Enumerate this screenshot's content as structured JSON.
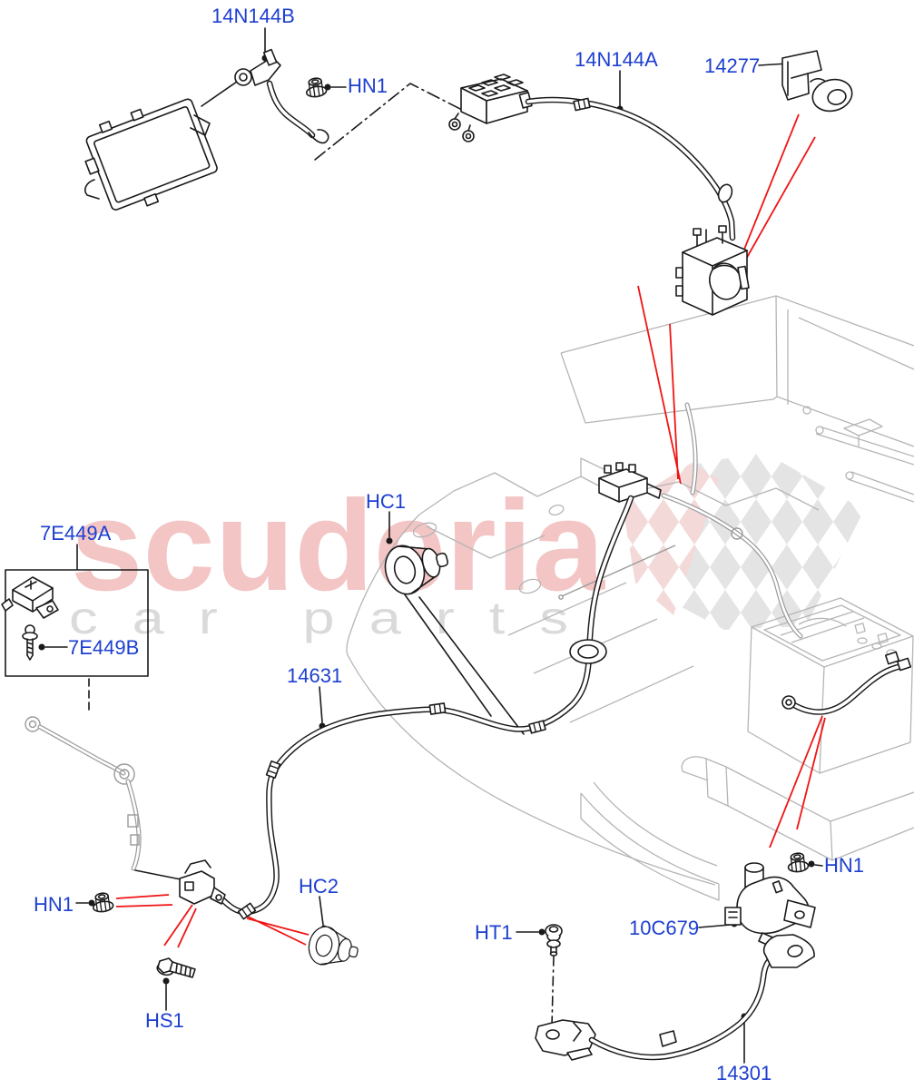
{
  "watermark": {
    "brand": "scuderia",
    "sub": "car parts"
  },
  "colors": {
    "label_blue": "#1d3fd1",
    "leader_red": "#f01414",
    "line_black": "#1a1a1a",
    "background_gray": "#b5b5b5",
    "harness_gray": "#9a9a9a",
    "checker_gray": "#e4e4e4",
    "checker_pink": "#f4d9d9",
    "watermark_pink": "#f3c5c5",
    "watermark_gray": "#dadada"
  },
  "callouts": {
    "c14n144b": {
      "text": "14N144B"
    },
    "hn1_top": {
      "text": "HN1"
    },
    "c14n144a": {
      "text": "14N144A"
    },
    "c14277": {
      "text": "14277"
    },
    "c7e449a": {
      "text": "7E449A"
    },
    "c7e449b": {
      "text": "7E449B"
    },
    "hc1": {
      "text": "HC1"
    },
    "c14631": {
      "text": "14631"
    },
    "hn1_left": {
      "text": "HN1"
    },
    "hs1": {
      "text": "HS1"
    },
    "hc2": {
      "text": "HC2"
    },
    "ht1": {
      "text": "HT1"
    },
    "c10c679": {
      "text": "10C679"
    },
    "hn1_right": {
      "text": "HN1"
    },
    "c14301": {
      "text": "14301"
    }
  }
}
